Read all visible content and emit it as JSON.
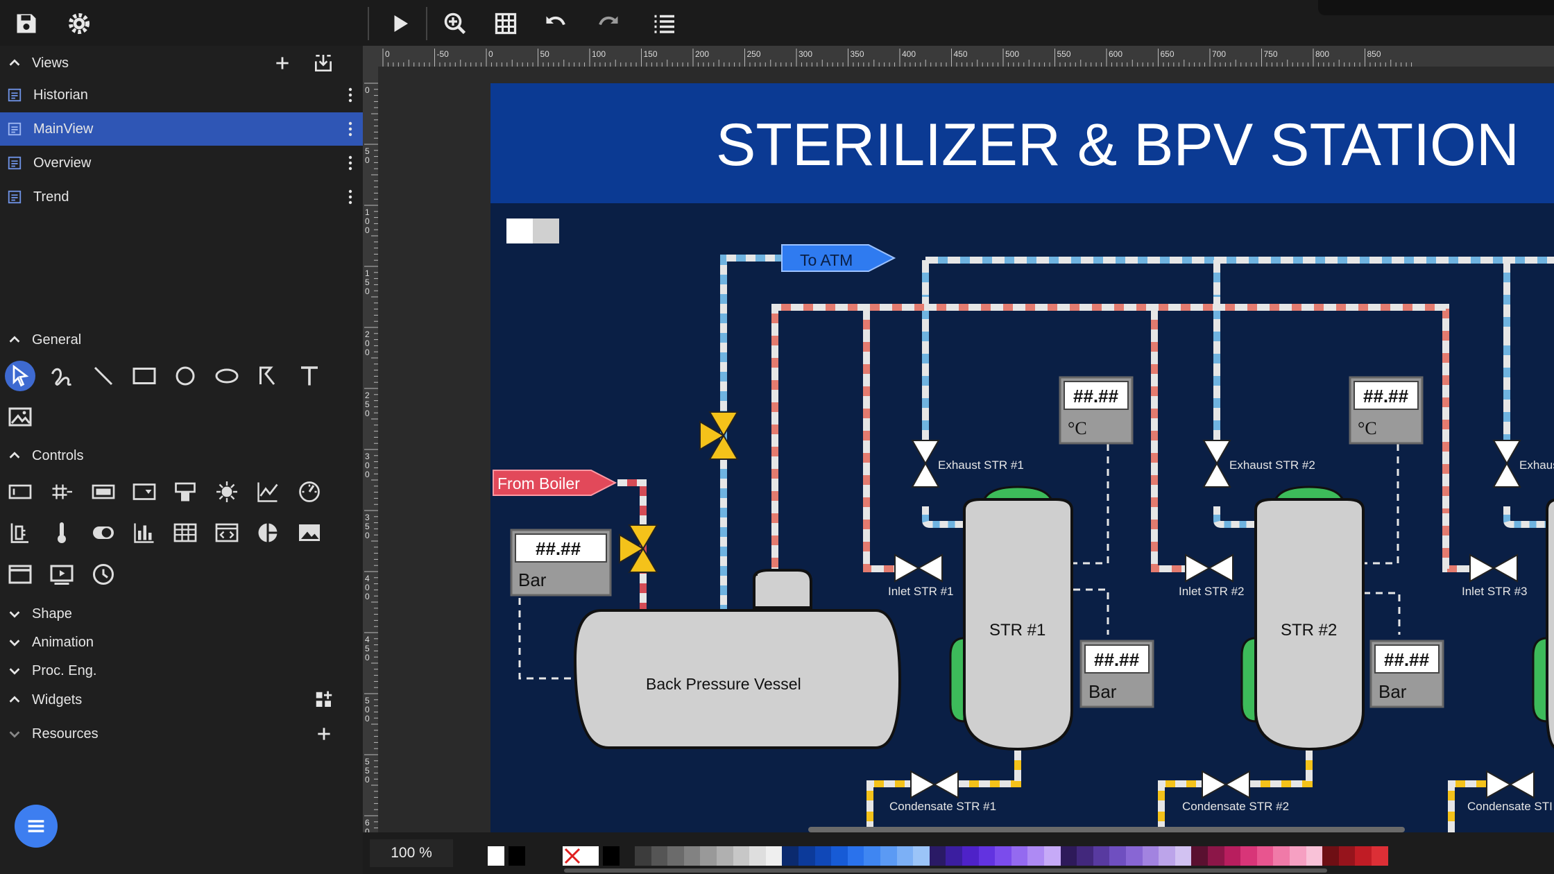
{
  "toolbar": {
    "icons": [
      "save-icon",
      "settings-gear-icon",
      "play-icon",
      "zoom-in-icon",
      "grid-icon",
      "undo-icon",
      "redo-icon",
      "list-icon"
    ]
  },
  "views": {
    "header": "Views",
    "items": [
      {
        "label": "Historian",
        "selected": false
      },
      {
        "label": "MainView",
        "selected": true
      },
      {
        "label": "Overview",
        "selected": false
      },
      {
        "label": "Trend",
        "selected": false
      }
    ]
  },
  "sections": {
    "general": "General",
    "controls": "Controls",
    "shape": "Shape",
    "animation": "Animation",
    "proc_eng": "Proc. Eng.",
    "widgets": "Widgets",
    "resources": "Resources"
  },
  "ruler": {
    "h_ticks": [
      "0",
      "-50",
      "0",
      "50",
      "100",
      "150",
      "200",
      "250",
      "300",
      "350",
      "400",
      "450",
      "500",
      "550",
      "600",
      "650",
      "700",
      "750",
      "800",
      "850"
    ],
    "v_ticks": [
      "0",
      "50",
      "100",
      "150",
      "200",
      "250",
      "300",
      "350",
      "400",
      "450",
      "500",
      "550",
      "600"
    ]
  },
  "diagram": {
    "title": "STERILIZER & BPV STATION",
    "to_atm": "To ATM",
    "from_boiler": "From Boiler",
    "vessel": "Back Pressure Vessel",
    "placeholder": "##.##",
    "unit_bar": "Bar",
    "unit_c": "°C",
    "str1": "STR #1",
    "str2": "STR #2",
    "exhaust1": "Exhaust STR #1",
    "exhaust2": "Exhaust STR #2",
    "exhaust3": "Exhaus",
    "inlet1": "Inlet STR #1",
    "inlet2": "Inlet STR #2",
    "inlet3": "Inlet STR #3",
    "cond1": "Condensate STR #1",
    "cond2": "Condensate STR #2",
    "cond3": "Condensate STI"
  },
  "status": {
    "zoom": "100 %"
  },
  "palette": [
    "#ffffff",
    "#000000",
    "#ffffff",
    "#000000",
    "#3c3c3c",
    "#555",
    "#6b6b6b",
    "#828282",
    "#999",
    "#b0b0b0",
    "#c7c7c7",
    "#dedede",
    "#efefef",
    "#0b2a6e",
    "#0c3a9a",
    "#1048b8",
    "#175bd6",
    "#2a72ec",
    "#3f86f2",
    "#5b9af4",
    "#7cb0f6",
    "#9bc4f8",
    "#2a1a66",
    "#3b1ea0",
    "#4e22c8",
    "#6233e0",
    "#7b4cec",
    "#946af0",
    "#ae8af4",
    "#c6aaf7",
    "#2e1a5a",
    "#42287c",
    "#583aa0",
    "#6f4fc0",
    "#8866d4",
    "#a283e0",
    "#bca4ea",
    "#d2c2f2",
    "#5a1030",
    "#8c1648",
    "#b81e5e",
    "#d83578",
    "#e8558f",
    "#f07aa8",
    "#f6a0c2",
    "#f9c2d8",
    "#6e0f14",
    "#96141c",
    "#c01c25",
    "#dc2f36"
  ]
}
